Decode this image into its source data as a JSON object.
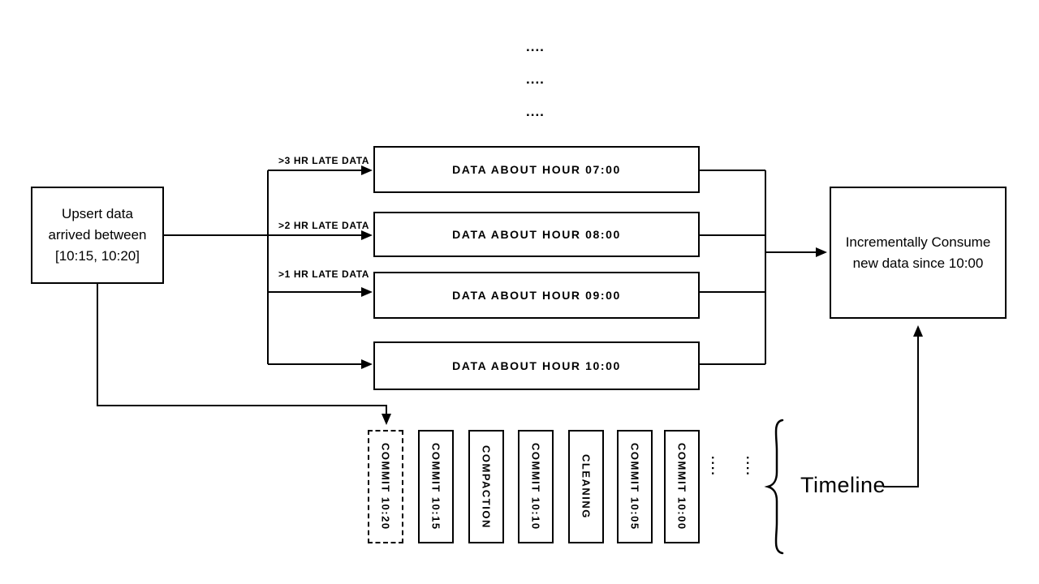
{
  "diagram": {
    "top_ellipsis": [
      "....",
      "....",
      "...."
    ],
    "left_box": {
      "line1": "Upsert data",
      "line2": "arrived between",
      "line3": "[10:15, 10:20]"
    },
    "late_labels": [
      ">3 HR LATE DATA",
      ">2 HR LATE DATA",
      ">1 HR LATE DATA"
    ],
    "data_boxes": [
      "DATA ABOUT HOUR 07:00",
      "DATA ABOUT HOUR 08:00",
      "DATA ABOUT HOUR 09:00",
      "DATA ABOUT HOUR 10:00"
    ],
    "right_box": {
      "line1": "Incrementally Consume",
      "line2": "new data since 10:00"
    },
    "timeline_boxes": [
      {
        "label": "COMMIT 10:20",
        "style": "dashed"
      },
      {
        "label": "COMMIT 10:15",
        "style": "solid"
      },
      {
        "label": "COMPACTION",
        "style": "solid"
      },
      {
        "label": "COMMIT 10:10",
        "style": "solid"
      },
      {
        "label": "CLEANING",
        "style": "solid"
      },
      {
        "label": "COMMIT 10:05",
        "style": "solid"
      },
      {
        "label": "COMMIT 10:00",
        "style": "solid"
      }
    ],
    "timeline_ellipsis": [
      "....",
      "...."
    ],
    "timeline_label": "Timeline",
    "colors": {
      "line": "#000000",
      "background": "#ffffff",
      "text": "#000000"
    }
  }
}
